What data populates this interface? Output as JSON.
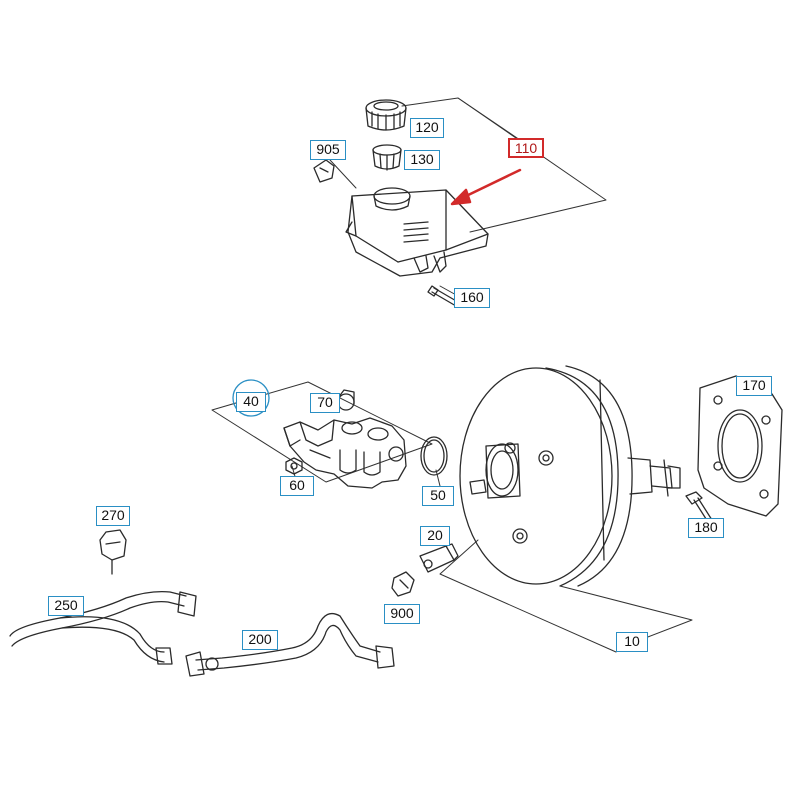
{
  "colors": {
    "line": "#2b2b2b",
    "callout_border": "#2a8fc4",
    "highlight": "#d22a2a",
    "circle_marker": "#2a8fc4"
  },
  "callouts": {
    "c120": "120",
    "c110": "110",
    "c905": "905",
    "c130": "130",
    "c160": "160",
    "c40": "40",
    "c70": "70",
    "c170": "170",
    "c60": "60",
    "c50": "50",
    "c270": "270",
    "c20": "20",
    "c180": "180",
    "c250": "250",
    "c900": "900",
    "c200": "200",
    "c10": "10"
  },
  "highlighted_callout": "110",
  "arrow": "red-pointer-arrow"
}
